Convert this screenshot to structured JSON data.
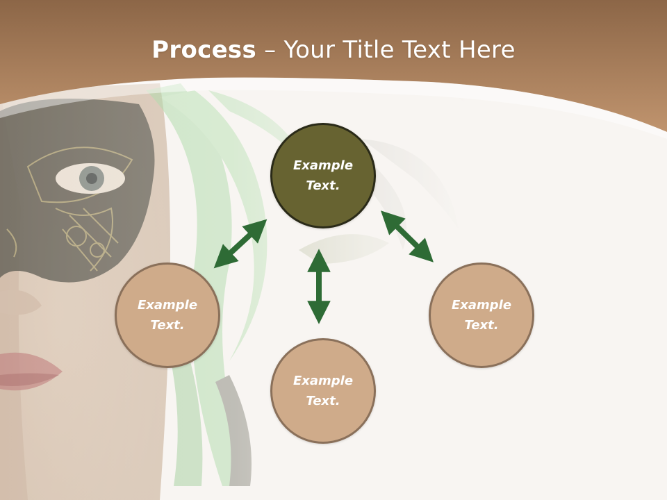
{
  "title": {
    "bold": "Process",
    "rest": " – Your Title Text Here"
  },
  "circles": {
    "top": "Example Text.",
    "left": "Example Text.",
    "bottom": "Example Text.",
    "right": "Example Text."
  },
  "colors": {
    "header_brown": "#b98c67",
    "dark_circle": "#676331",
    "light_circle": "#cfab8a",
    "arrow_green": "#2e6b35"
  }
}
